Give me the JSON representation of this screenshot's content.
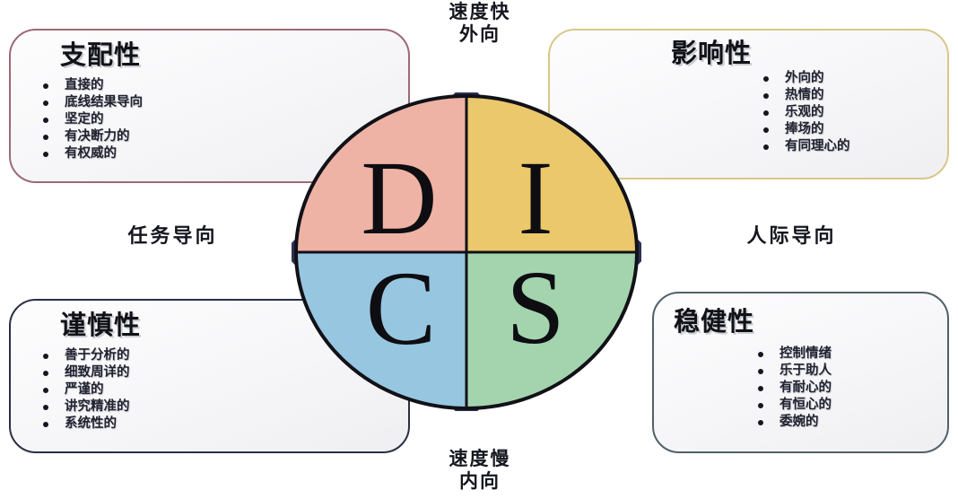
{
  "axes": {
    "top": {
      "line1": "速度快",
      "line2": "外向"
    },
    "bottom": {
      "line1": "速度慢",
      "line2": "内向"
    },
    "left": {
      "line1": "任务导向"
    },
    "right": {
      "line1": "人际导向"
    }
  },
  "wheel": {
    "letters": {
      "d": "D",
      "i": "I",
      "c": "C",
      "s": "S"
    },
    "colors": {
      "d": "#eeb3a4",
      "i": "#ecc86c",
      "c": "#97c6e0",
      "s": "#a3d4ae",
      "outline": "#111118",
      "arrow": "#2b3152"
    }
  },
  "quadrants": {
    "d": {
      "title": "支配性",
      "traits": [
        "直接的",
        "底线结果导向",
        "坚定的",
        "有决断力的",
        "有权威的"
      ],
      "border_color": "#9c6a76"
    },
    "i": {
      "title": "影响性",
      "traits": [
        "外向的",
        "热情的",
        "乐观的",
        "捧场的",
        "有同理心的"
      ],
      "border_color": "#d6c88a"
    },
    "c": {
      "title": "谨慎性",
      "traits": [
        "善于分析的",
        "细致周详的",
        "严谨的",
        "讲究精准的",
        "系统性的"
      ],
      "border_color": "#2a2f46"
    },
    "s": {
      "title": "稳健性",
      "traits": [
        "控制情绪",
        "乐于助人",
        "有耐心的",
        "有恒心的",
        "委婉的"
      ],
      "border_color": "#4e6169"
    }
  }
}
